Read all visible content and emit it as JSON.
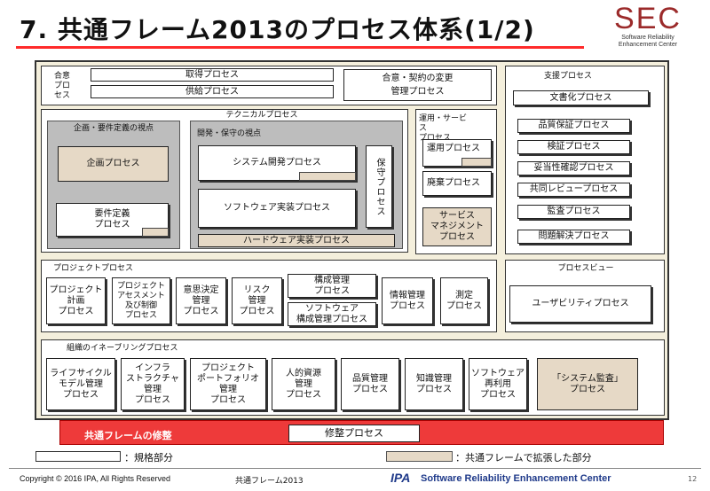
{
  "header": {
    "title": "7. 共通フレーム2013のプロセス体系(1/2)",
    "logo_text": "SEC",
    "logo_sub": "Software Reliability\nEnhancement Center"
  },
  "agreement": {
    "group_label": "合意\nプロ\nセス",
    "acquisition": "取得プロセス",
    "supply": "供給プロセス",
    "change_mgmt": "合意・契約の変更\n管理プロセス"
  },
  "technical": {
    "label": "テクニカルプロセス",
    "planning_label": "企画・要件定義の視点",
    "planning_process": "企画プロセス",
    "requirements_process": "要件定義\nプロセス",
    "dev_label": "開発・保守の視点",
    "system_dev": "システム開発プロセス",
    "software_impl": "ソフトウェア実装プロセス",
    "maintenance": "保守プロセス",
    "hardware_impl": "ハードウェア実装プロセス"
  },
  "operation": {
    "label": "運用・サービス\nプロセス",
    "operation_process": "運用プロセス",
    "disposal": "廃棄プロセス",
    "service_mgmt": "サービス\nマネジメント\nプロセス"
  },
  "support": {
    "label": "支援プロセス",
    "items": [
      "文書化プロセス",
      "品質保証プロセス",
      "検証プロセス",
      "妥当性確認プロセス",
      "共同レビュープロセス",
      "監査プロセス",
      "問題解決プロセス"
    ]
  },
  "project": {
    "label": "プロジェクトプロセス",
    "items": [
      "プロジェクト\n計画\nプロセス",
      "プロジェクト\nアセスメント\n及び制御\nプロセス",
      "意思決定\n管理\nプロセス",
      "リスク\n管理\nプロセス",
      "構成管理\nプロセス",
      "ソフトウェア\n構成管理プロセス",
      "情報管理\nプロセス",
      "測定\nプロセス"
    ]
  },
  "process_view": {
    "label": "プロセスビュー",
    "usability": "ユーザビリティプロセス"
  },
  "enabling": {
    "label": "組織のイネーブリングプロセス",
    "items": [
      "ライフサイクル\nモデル管理\nプロセス",
      "インフラ\nストラクチャ\n管理\nプロセス",
      "プロジェクト\nポートフォリオ\n管理\nプロセス",
      "人的資源\n管理\nプロセス",
      "品質管理\nプロセス",
      "知識管理\nプロセス",
      "ソフトウェア\n再利用\nプロセス",
      "「システム監査」\nプロセス"
    ]
  },
  "tailoring": {
    "label": "共通フレームの修整",
    "process": "修整プロセス"
  },
  "legend": {
    "standard": "：規格部分",
    "extended": "：共通フレームで拡張した部分"
  },
  "footer": {
    "copyright": "Copyright  © 2016 IPA, All Rights Reserved",
    "frame": "共通フレーム2013",
    "ipa": "IPA",
    "center": "Software Reliability Enhancement Center",
    "page": "12"
  },
  "colors": {
    "title_underline": "#ff2a2a",
    "red_band": "#ee3a3a",
    "outer_frame": "#f4efdc",
    "gray_panel": "#bdbdbd",
    "beige": "#e6d9c6",
    "footer_blue": "#1f3a8a"
  }
}
